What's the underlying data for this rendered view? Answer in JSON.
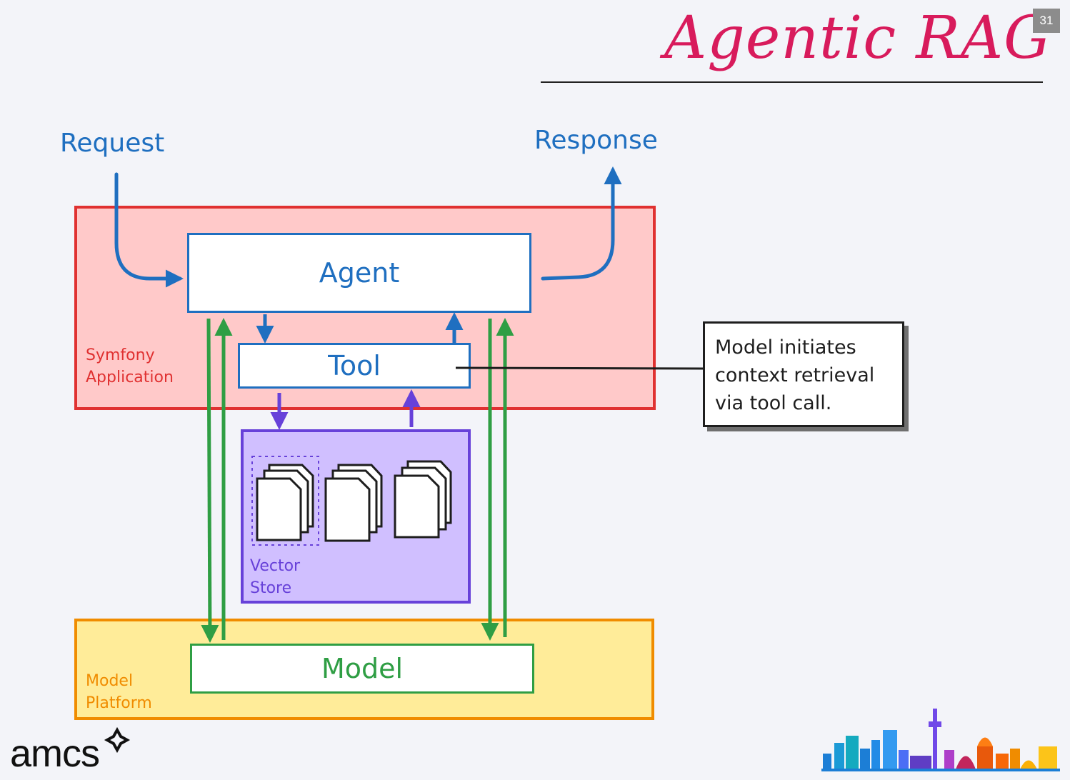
{
  "slide": {
    "title": "Agentic RAG",
    "page_number": "31"
  },
  "flow": {
    "request_label": "Request",
    "response_label": "Response"
  },
  "regions": {
    "symfony": {
      "label": "Symfony\nApplication",
      "fill": "#ffc9c9",
      "stroke": "#e03131"
    },
    "vector_store": {
      "label": "Vector\nStore",
      "fill": "#d0bfff",
      "stroke": "#6741d9"
    },
    "model_platform": {
      "label": "Model\nPlatform",
      "fill": "#ffec99",
      "stroke": "#f08c00"
    }
  },
  "nodes": {
    "agent": "Agent",
    "tool": "Tool",
    "model": "Model"
  },
  "note": {
    "text": "Model initiates\ncontext retrieval\nvia tool call."
  },
  "colors": {
    "title": "#d81b5c",
    "agent_flow": "#1f6fc0",
    "vector_flow": "#6741d9",
    "model_flow": "#2f9e44"
  },
  "branding": {
    "logo_text": "amcs",
    "logo_icon": "sparkle-icon",
    "skyline": "city-skyline-icon"
  }
}
